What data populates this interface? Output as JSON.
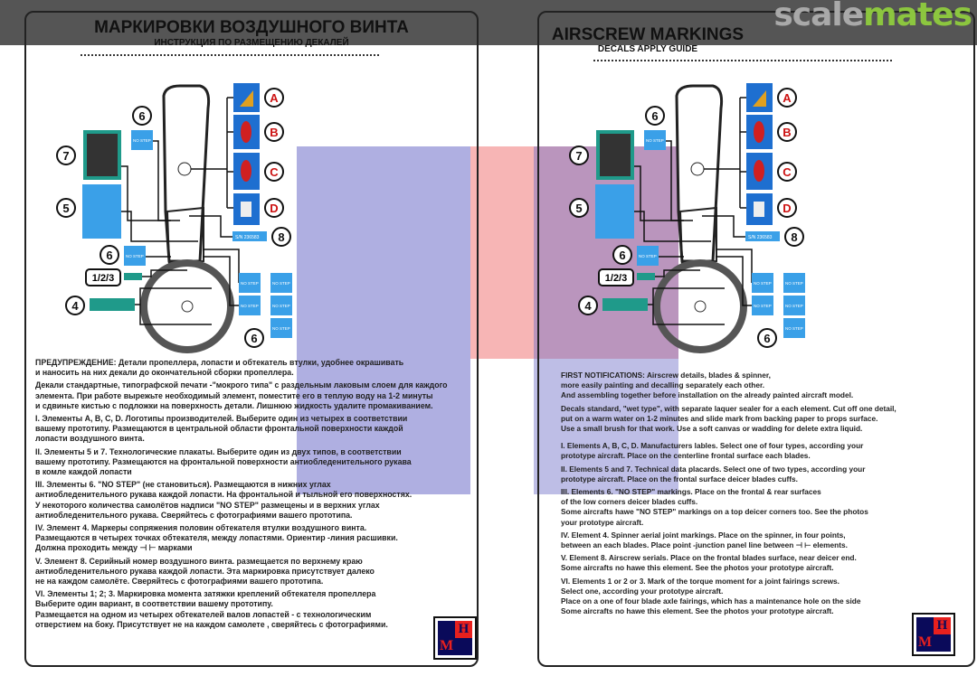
{
  "watermark_brand": {
    "part1": "scale",
    "part2": "mates",
    "colors": {
      "scale": "#a9a9a9",
      "mates": "#8cc63f"
    }
  },
  "colors": {
    "decal_blue": "#3aa0e8",
    "label_red": "#cc1111",
    "placard_teal": "#1f9a8a",
    "overlay_blue": "#8080c8",
    "overlay_red": "#f08080"
  },
  "diagram": {
    "labels": {
      "a": "A",
      "b": "B",
      "c": "C",
      "d": "D",
      "n4": "4",
      "n5": "5",
      "n6": "6",
      "n7": "7",
      "n8": "8",
      "n123": "1/2/3"
    },
    "no_step": "NO STEP",
    "serial": "S/N 236583"
  },
  "left": {
    "title": "МАРКИРОВКИ ВОЗДУШНОГО ВИНТА",
    "subtitle": "ИНСТРУКЦИЯ ПО РАЗМЕЩЕНИЮ ДЕКАЛЕЙ",
    "paragraphs": [
      [
        "ПРЕДУПРЕЖДЕНИЕ:  Детали пропеллера, лопасти и обтекатель втулки, удобнее окрашивать",
        "и наносить на них декали до окончательной сборки пропеллера."
      ],
      [
        "Декали стандартные, типографской печати -\"мокрого типа\" с раздельным лаковым слоем для каждого",
        "элемента. При работе вырежьте необходимый элемент, поместите его в теплую воду на 1-2 минуты",
        "и сдвиньте кистью с подложки на поверхность детали. Лишнюю жидкость удалите промакиванием."
      ],
      [
        "I.  Элементы A, B, C, D. Логотипы производителей. Выберите один из четырех в соответствии",
        "    вашему прототипу.  Размещаются в центральной области фронтальной поверхности каждой",
        "    лопасти воздушного винта."
      ],
      [
        "II. Элементы 5 и 7. Технологические плакаты. Выберите один из двух типов, в соответствии",
        "    вашему прототипу. Размещаются на фронтальной поверхности антиобледенительного рукава",
        "    в комле каждой лопасти"
      ],
      [
        "III. Элементы 6.  \"NO STEP\" (не становиться). Размещаются в нижних углах",
        "   антиобледенительного рукава каждой лопасти. На фронтальной и тыльной его поверхностях.",
        "   У некоторого количества самолётов надписи \"NO STEP\" размещены и в верхних углах",
        "   антиобледенительного рукава. Сверяйтесь с фотографиями вашего прототипа."
      ],
      [
        "IV.  Элемент 4.  Маркеры сопряжения половин обтекателя втулки воздушного винта.",
        "Размещаются в четырех точках обтекателя, между лопастями. Ориентир -линия расшивки.",
        "Должна проходить между ⊣ ⊢ марками"
      ],
      [
        "V. Элемент 8.  Серийный номер воздушного винта. размещается по верхнему краю",
        "антиобледенительного рукава каждой лопасти.  Эта маркировка присутствует далеко",
        "не на каждом самолёте. Сверяйтесь с фотографиями вашего прототипа."
      ],
      [
        "VI. Элементы 1; 2; 3. Маркировка момента затяжки креплений обтекателя пропеллера",
        "Выберите один вариант, в соответствии вашему прототипу.",
        "Размещается на одном из четырех обтекателей валов лопастей - с технологическим",
        "отверстием на боку. Присутствует не на каждом самолете , сверяйтесь с фотографиями."
      ]
    ],
    "logo": {
      "letter_h": "H",
      "letter_m": "M"
    }
  },
  "right": {
    "title": "AIRSCREW MARKINGS",
    "subtitle": "DECALS APPLY GUIDE",
    "paragraphs": [
      [
        " FIRST NOTIFICATIONS: Airscrew details, blades & spinner,",
        " more easily painting and decalling separately each other.",
        "And assembling together before installation on the already painted aircraft model."
      ],
      [
        " Decals standard, \"wet type\", with separate laquer sealer for a each element. Cut off one detail,",
        "put on a warm water on 1-2 minutes and slide mark from backing paper to props surface.",
        "Use a small brush for that work. Use a soft canvas or wadding for delete extra liquid."
      ],
      [
        "I. Elements A, B, C, D. Manufacturers lables. Select one of four types, according your",
        " prototype aircraft. Place on the centerline frontal surface each blades."
      ],
      [
        "II. Elements 5 and 7. Technical data placards. Select one of two types, according your",
        "prototype aircraft. Place on the frontal surface deicer blades cuffs."
      ],
      [
        "III. Elements 6. \"NO STEP\" markings. Place on the frontal & rear surfaces",
        "of the low corners deicer blades cuffs.",
        "Some aircrafts hawe \"NO STEP\" markings on a top deicer corners too. See the photos",
        "your prototype aircraft."
      ],
      [
        "IV. Element 4.  Spinner aerial joint markings. Place on the spinner, in four points,",
        "between an each blades. Place point -junction panel line between ⊣ ⊢ elements."
      ],
      [
        "V. Element 8.  Airscrew serials. Place on the frontal blades surface, near deicer end.",
        "Some aircrafts no hawe this element. See the photos your prototype aircraft."
      ],
      [
        "VI. Elements 1 or 2 or 3. Mark of the torque moment for a joint fairings screws.",
        "Select one, according your prototype aircraft.",
        "Place on a one of four blade axle fairings, which has a maintenance hole on the side",
        "Some aircrafts no hawe this element. See the photos your prototype aircraft."
      ]
    ],
    "logo": {
      "letter_h": "H",
      "letter_m": "M"
    }
  }
}
